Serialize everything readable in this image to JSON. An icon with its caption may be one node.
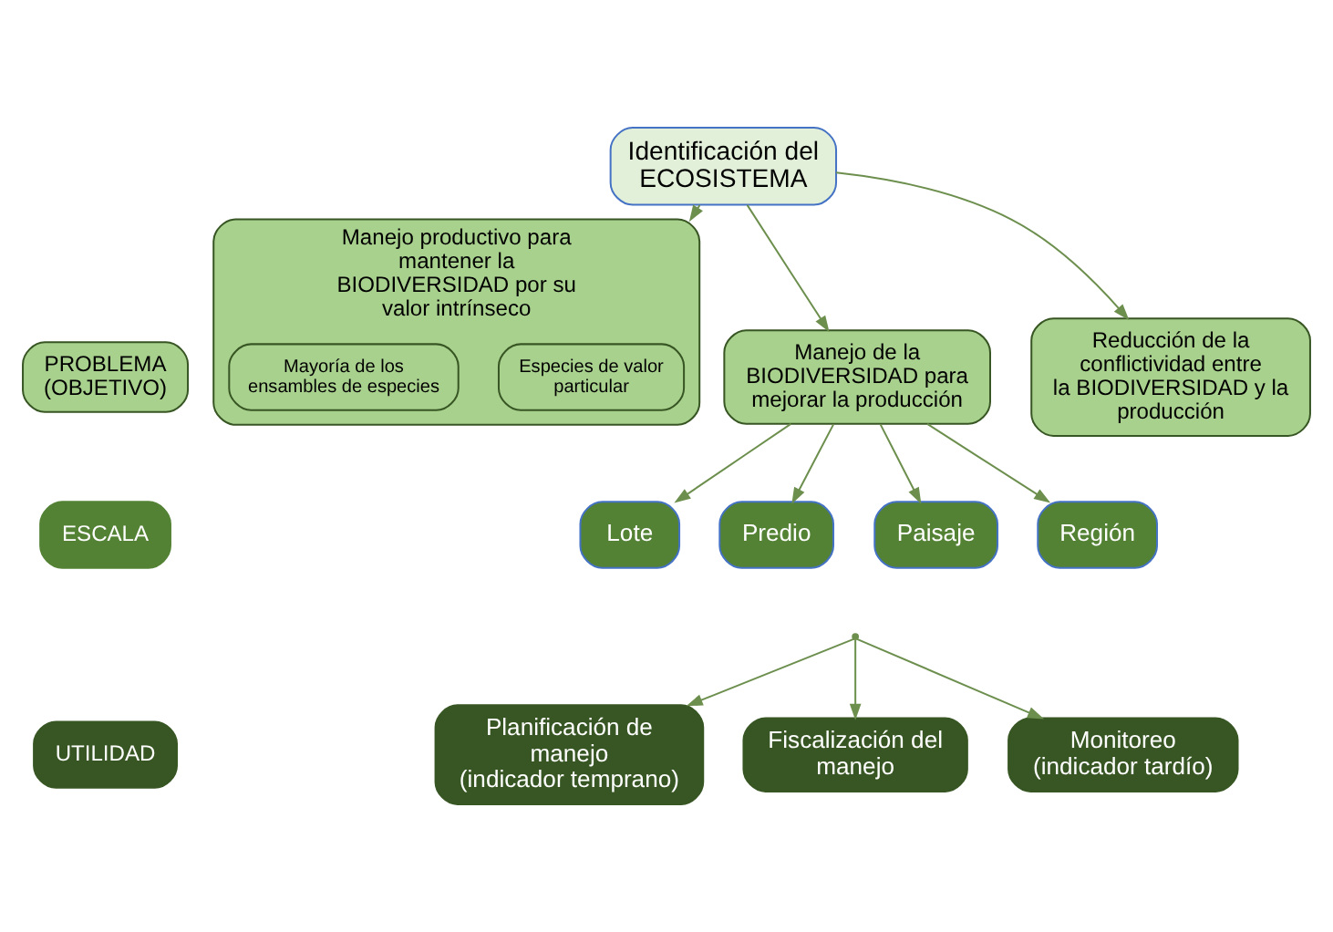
{
  "diagram": {
    "nodes": [
      {
        "text": [
          "Identificación del",
          "ECOSISTEMA"
        ]
      },
      {
        "text": [
          "PROBLEMA",
          "(OBJETIVO)"
        ]
      },
      {
        "text": [
          "Manejo productivo para mantener la BIODIVERSIDAD por su valor intrínseco"
        ]
      },
      {
        "text": [
          "Especies de valor particular"
        ],
        "in": 2
      },
      {
        "text": [
          "Mayoría de los ensambles de especies"
        ],
        "in": 2
      },
      {
        "text": [
          "Manejo de la BIODIVERSIDAD para mejorar la producción"
        ]
      },
      {
        "text": [
          "Reducción de la conflictividad entre la BIODIVERSIDAD y la producción"
        ]
      },
      {
        "text": [
          "ESCALA"
        ]
      },
      {
        "text": [
          "Lote"
        ]
      },
      {
        "text": [
          "Predio"
        ]
      },
      {
        "text": [
          "Paisaje"
        ]
      },
      {
        "text": [
          "Región"
        ]
      },
      {
        "text": [
          "UTILIDAD"
        ]
      },
      {
        "text": [
          "Planificación de manejo",
          "(indicador temprano)"
        ]
      },
      {
        "text": [
          "Fiscalización del manejo"
        ]
      },
      {
        "text": [
          "Monitoreo",
          "(indicador tardío)"
        ]
      },
      {
        "text": [],
        "shape": "point"
      }
    ],
    "edges": [
      {
        "from": 0,
        "to": 2,
        "arrow": "to"
      },
      {
        "from": 0,
        "to": 5,
        "arrow": "to"
      },
      {
        "from": 0,
        "to": 6,
        "arrow": "to"
      },
      {
        "from": 5,
        "to": 8,
        "arrow": "to"
      },
      {
        "from": 5,
        "to": 9,
        "arrow": "to"
      },
      {
        "from": 5,
        "to": 10,
        "arrow": "to"
      },
      {
        "from": 5,
        "to": 11,
        "arrow": "to"
      },
      {
        "from": 16,
        "to": 13,
        "arrow": "to"
      },
      {
        "from": 16,
        "to": 14,
        "arrow": "to"
      },
      {
        "from": 16,
        "to": 15,
        "arrow": "to"
      }
    ]
  }
}
